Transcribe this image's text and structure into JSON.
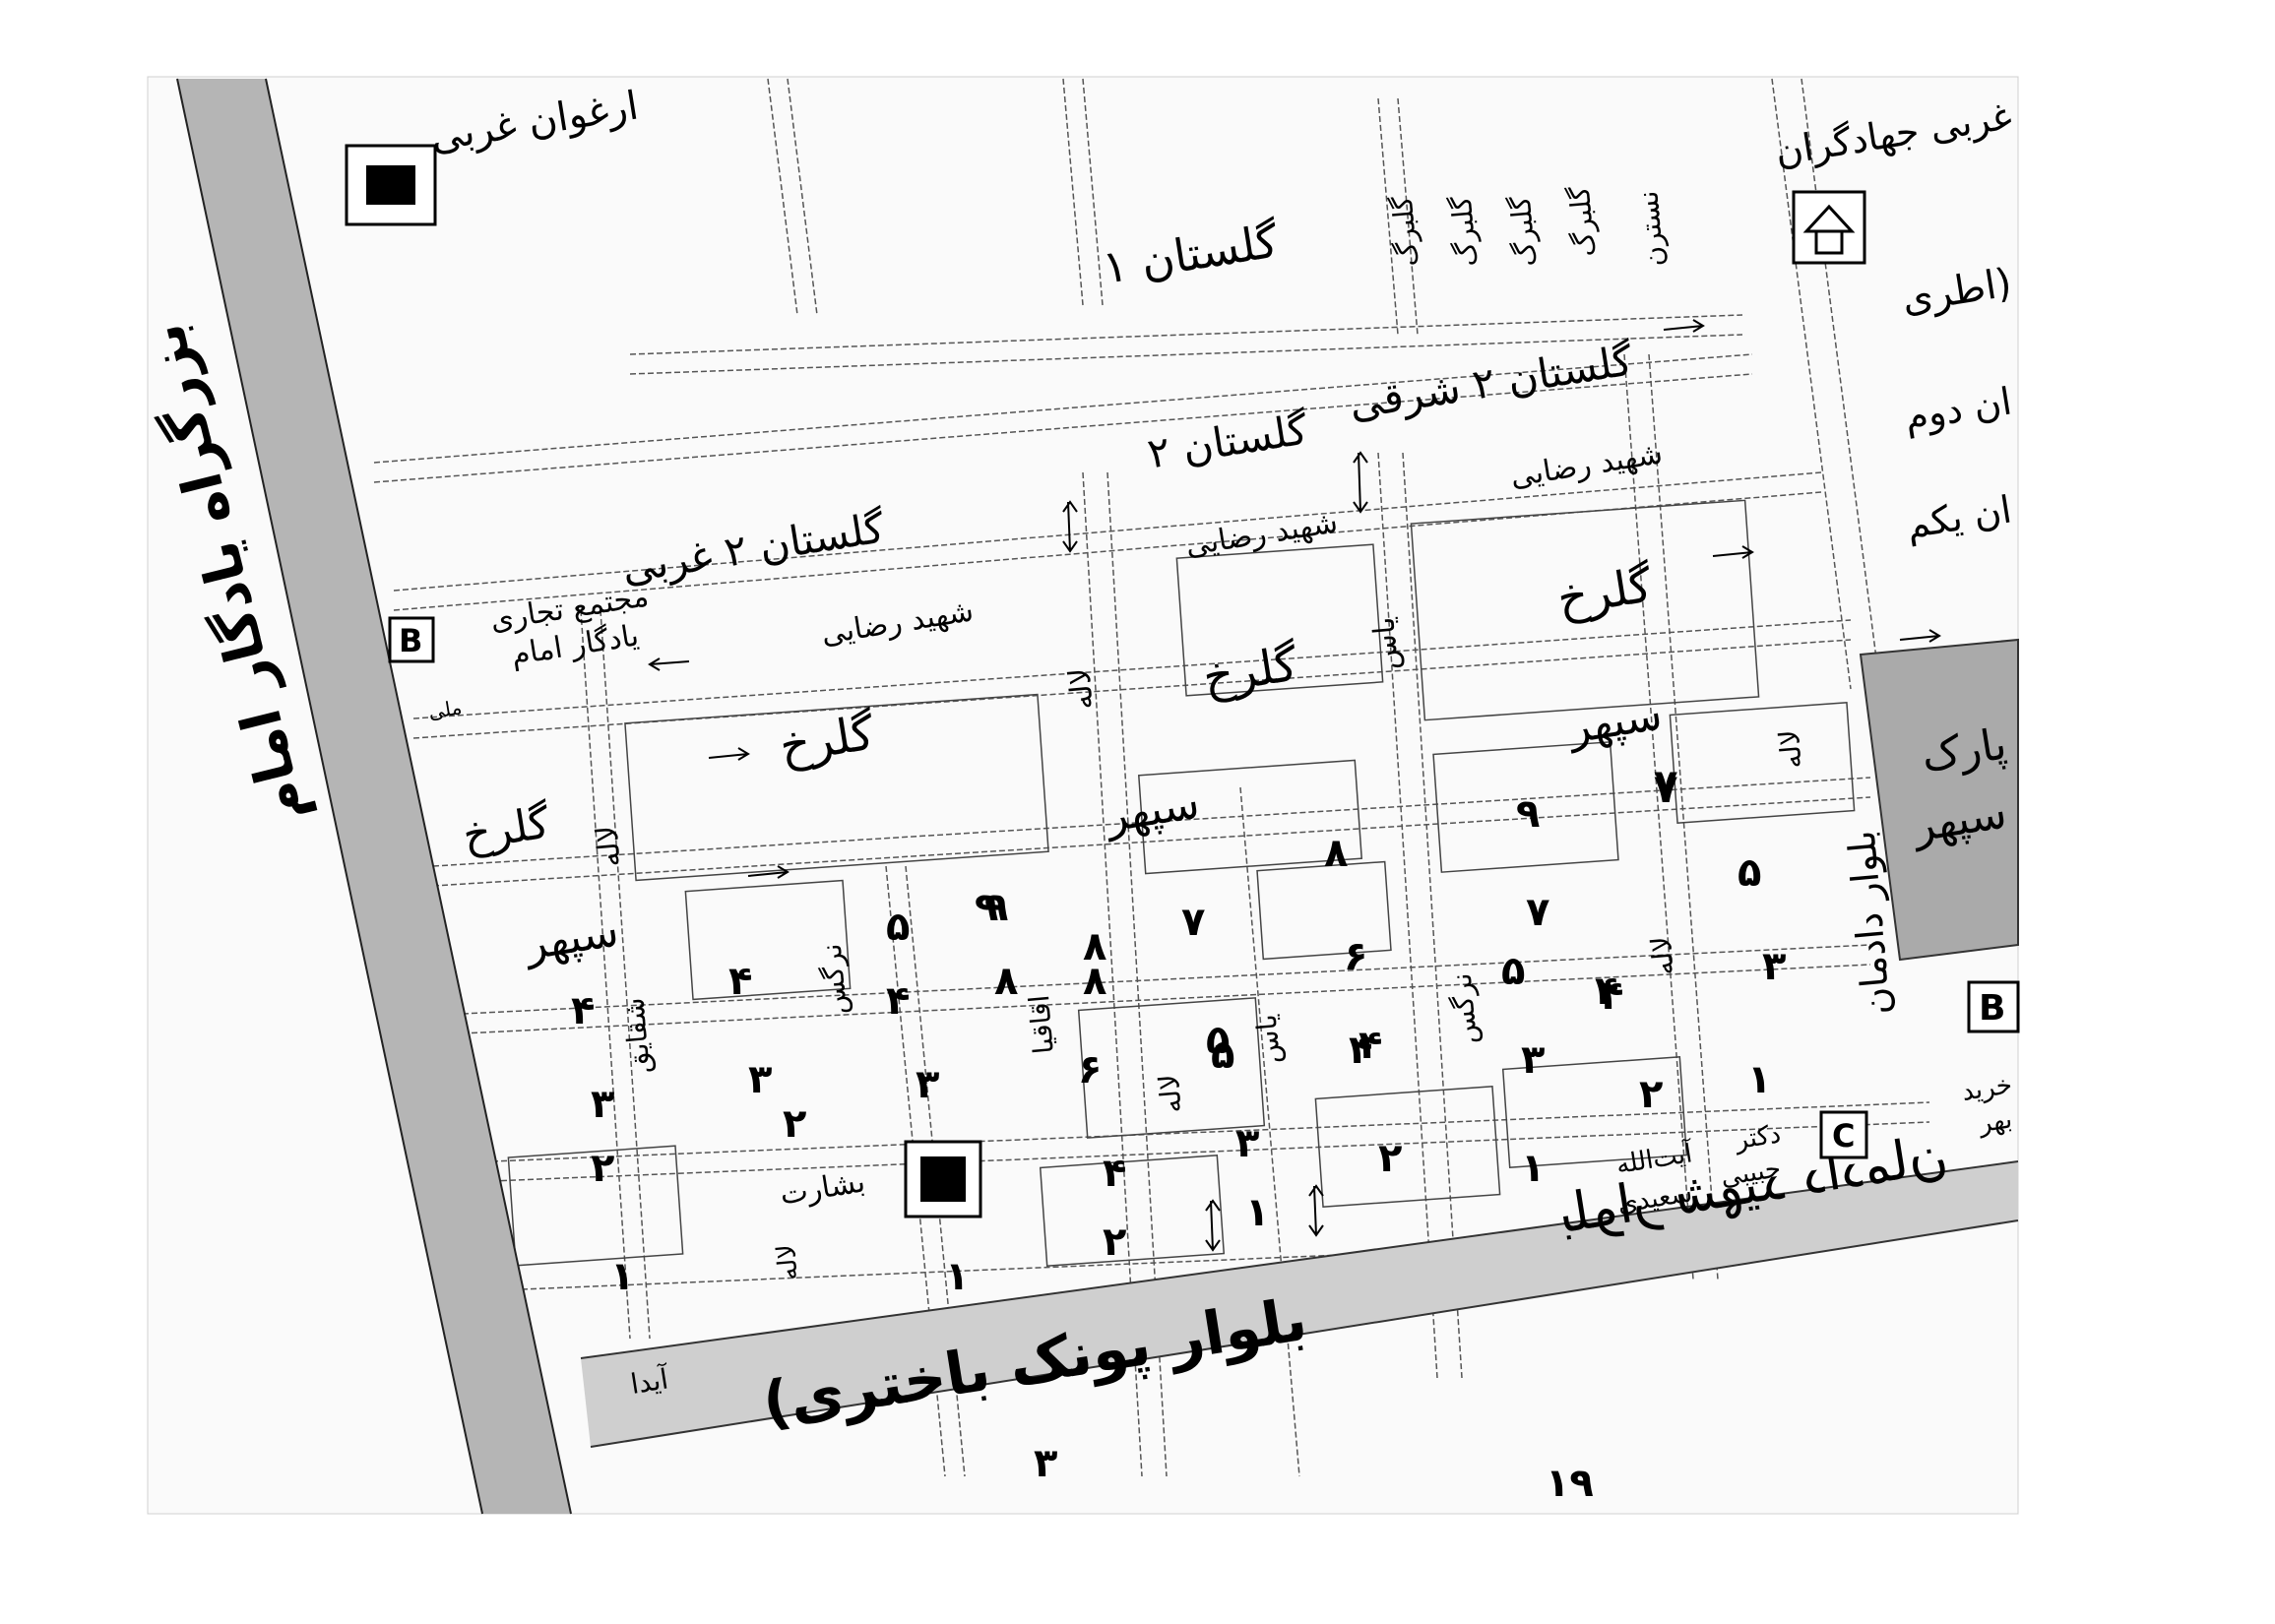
{
  "roads": {
    "main_highway": "بزرگراه یادگار امام",
    "boulevard_1": "بلوار شهید دادمان",
    "boulevard_2": "(بلوار پونک باختری",
    "boulevard_vertical": "بلوار دادمان",
    "golestan_1": "گلستان ۱",
    "golestan_2_east": "گلستان ۲ شرقی",
    "golestan_2": "گلستان ۲",
    "golestan_2_west": "گلستان ۲ غربی",
    "shahid_rezaei_1": "شهید رضایی",
    "shahid_rezaei_2": "شهید رضایی",
    "shahid_rezaei_3": "شهید رضایی",
    "golrokh_1": "گلرخ",
    "golrokh_2": "گلرخ",
    "golrokh_3": "گلرخ",
    "golrokh_4": "گلرخ",
    "sepehr_1": "سپهر",
    "sepehr_2": "سپهر",
    "sepehr_3": "سپهر",
    "arghavan_west": "ارغوان غربی",
    "jahad_gharbi": "غربی جهادگران",
    "khatere": "اطری)",
    "dovom": "ان دوم",
    "yekom": "ان یکم",
    "gol_1": "گلبرگ",
    "gol_2": "گلبرگ",
    "gol_3": "گلبرگ",
    "gol_4": "گلبرگ",
    "nastaran": "نسترن",
    "yas": "یاس",
    "lale": "لاله",
    "laleh_2": "لاله",
    "shaghayegh": "شقایق",
    "narges": "نرگس",
    "narges_2": "نرگس",
    "aghaghia": "اقاقیا",
    "ida": "آیدا",
    "yas_2": "یاس",
    "lale_3": "لاله",
    "lale_4": "لاله",
    "lale_5": "لاله",
    "lale_6": "لاله"
  },
  "places": {
    "mall_name": "مجتمع تجاری",
    "mall_name_2": "یادگار امام",
    "mall_suffix": "ملی",
    "park_1": "پارک",
    "park_2": "سپهر",
    "besharat": "بشارت",
    "doctor_1": "دکتر",
    "doctor_2": "حبیبی",
    "ayatollah_1": "آیت‌الله",
    "ayatollah_2": "سعیدی",
    "kharid": "خرید",
    "kharid_2": "بهر"
  },
  "map_symbols": {
    "bank_symbol": "B",
    "bank_symbol_2": "B",
    "clinic_symbol": "C",
    "school_symbol": "📖"
  },
  "alley_numbers": {
    "n1": "۹",
    "n2": "۸",
    "n3": "۷",
    "n4": "۵",
    "n5": "۹",
    "n6": "۵",
    "n7": "۴",
    "n8": "۴",
    "n9": "۴",
    "n10": "۸",
    "n11": "۸",
    "n12": "۷",
    "n13": "۶",
    "n14": "۷",
    "n15": "۵",
    "n16": "۴",
    "n17": "۳",
    "n18": "۳",
    "n19": "۳",
    "n20": "۲",
    "n21": "۳",
    "n22": "۶",
    "n23": "۵",
    "n24": "۴",
    "n25": "۳",
    "n26": "۲",
    "n27": "۱",
    "n28": "۲",
    "n29": "۴",
    "n30": "۳",
    "n31": "۲",
    "n32": "۲",
    "n33": "۱",
    "n34": "۱",
    "n35": "۱",
    "n36": "۳",
    "n37": "۱۹",
    "n38": "۱",
    "n39": "۷",
    "n40": "۹",
    "n41": "۸",
    "n42": "۴",
    "n43": "۵",
    "n44": "۴"
  }
}
